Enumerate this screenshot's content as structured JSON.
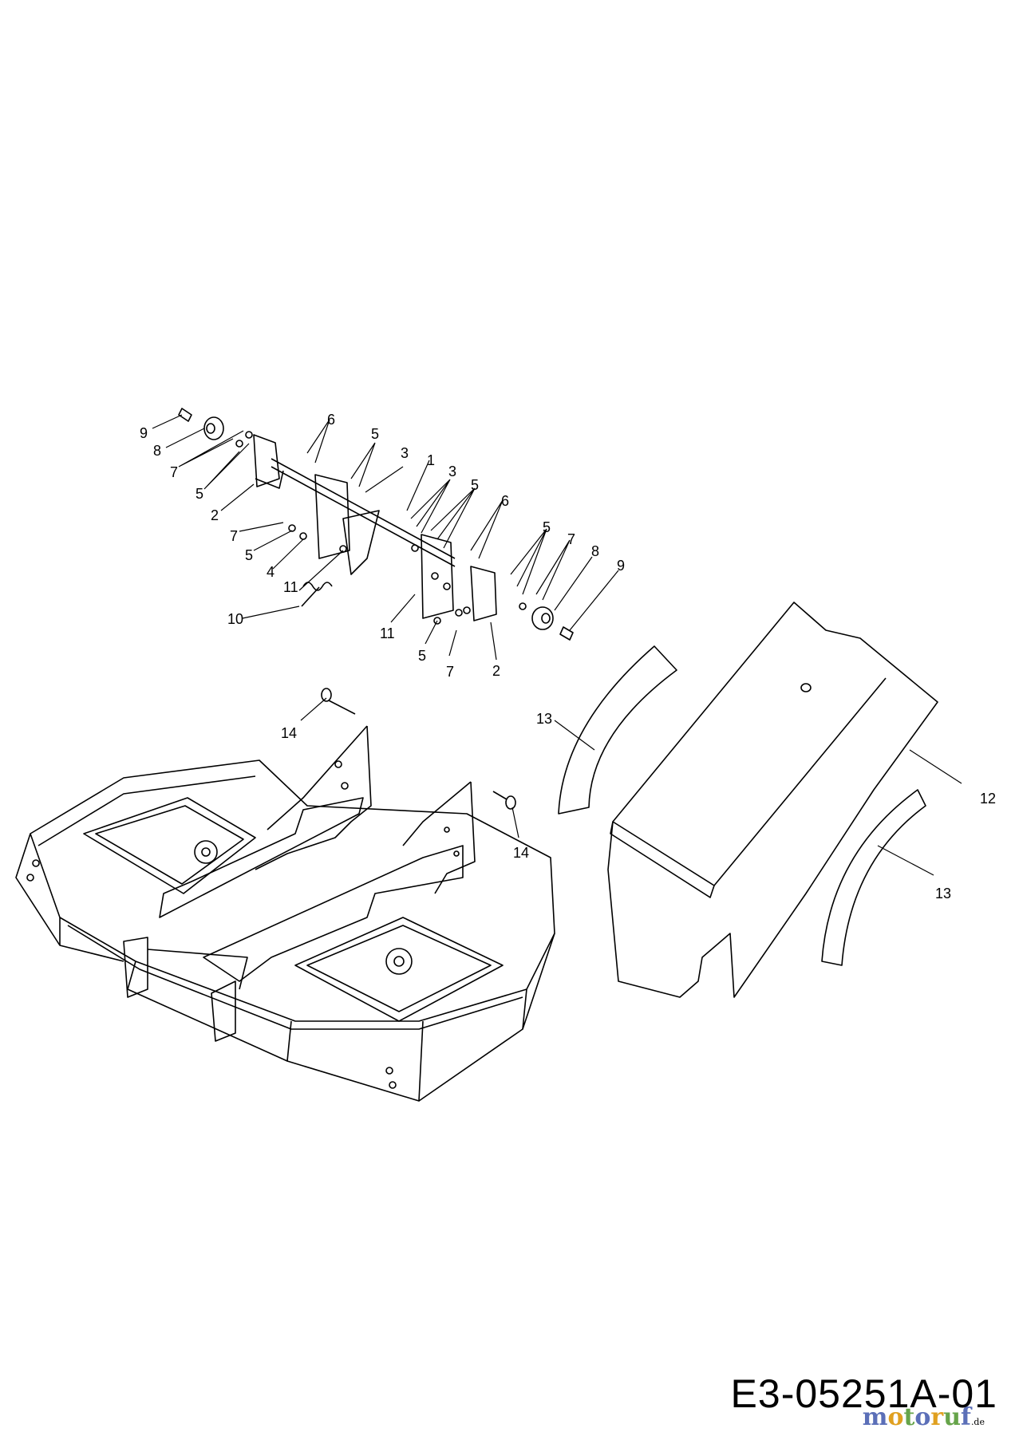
{
  "diagram": {
    "drawing_code": "E3-05251A-01",
    "watermark": {
      "text": "motoruf",
      "suffix": ".de",
      "colors": [
        "#5b6fb8",
        "#e0a020",
        "#66a44a"
      ]
    },
    "callouts": [
      {
        "label": "9"
      },
      {
        "label": "8"
      },
      {
        "label": "7"
      },
      {
        "label": "5"
      },
      {
        "label": "2"
      },
      {
        "label": "6"
      },
      {
        "label": "5"
      },
      {
        "label": "3"
      },
      {
        "label": "1"
      },
      {
        "label": "3"
      },
      {
        "label": "5"
      },
      {
        "label": "7"
      },
      {
        "label": "5"
      },
      {
        "label": "4"
      },
      {
        "label": "11"
      },
      {
        "label": "10"
      },
      {
        "label": "6"
      },
      {
        "label": "5"
      },
      {
        "label": "7"
      },
      {
        "label": "8"
      },
      {
        "label": "9"
      },
      {
        "label": "11"
      },
      {
        "label": "5"
      },
      {
        "label": "7"
      },
      {
        "label": "2"
      },
      {
        "label": "14"
      },
      {
        "label": "14"
      },
      {
        "label": "13"
      },
      {
        "label": "12"
      },
      {
        "label": "13"
      }
    ]
  }
}
